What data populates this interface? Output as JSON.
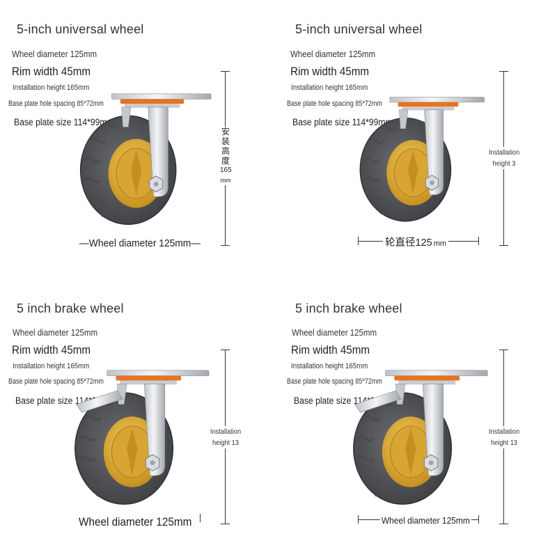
{
  "panels": [
    {
      "title": "5-inch universal wheel",
      "specs": [
        "Wheel diameter 125mm",
        "Rim width 45mm",
        "Installation height 165mm",
        "Base plate hole spacing 85*72mm",
        "Base plate size 114*99mm"
      ],
      "vertical_chars": [
        "安",
        "装",
        "高",
        "度",
        "165"
      ],
      "vertical_unit": "mm",
      "diameter": "—Wheel diameter 125mm—"
    },
    {
      "title": "5-inch universal wheel",
      "specs": [
        "Wheel diameter 125mm",
        "Rim width 45mm",
        "Installation height 165mm",
        "Base plate hole spacing 85*72mm",
        "Base plate size 114*99mm"
      ],
      "side_label": [
        "Installation",
        "height 3"
      ],
      "diameter": "轮直径125",
      "diameter_unit": "mm"
    },
    {
      "title": "5 inch brake wheel",
      "specs": [
        "Wheel diameter 125mm",
        "Rim width 45mm",
        "Installation height 165mm",
        "Base plate hole spacing 85*72mm",
        "Base plate size 114*99mm"
      ],
      "side_label": [
        "Installation",
        "height 13"
      ],
      "diameter": "Wheel diameter 125mm"
    },
    {
      "title": "5 inch brake wheel",
      "specs": [
        "Wheel diameter 125mm",
        "Rim width 45mm",
        "Installation height 165mm",
        "Base plate hole spacing 85*72mm",
        "Base plate size 114*99mm"
      ],
      "side_label": [
        "Installation",
        "height 13"
      ],
      "diameter": "Wheel diameter 125mm"
    }
  ],
  "colors": {
    "tire": "#57595c",
    "tire_dark": "#3e4043",
    "rim": "#e3b23c",
    "rim_dark": "#b9861c",
    "orange_ring": "#e8731f",
    "steel": "#e4e6e9",
    "steel_dark": "#a9adb2"
  }
}
